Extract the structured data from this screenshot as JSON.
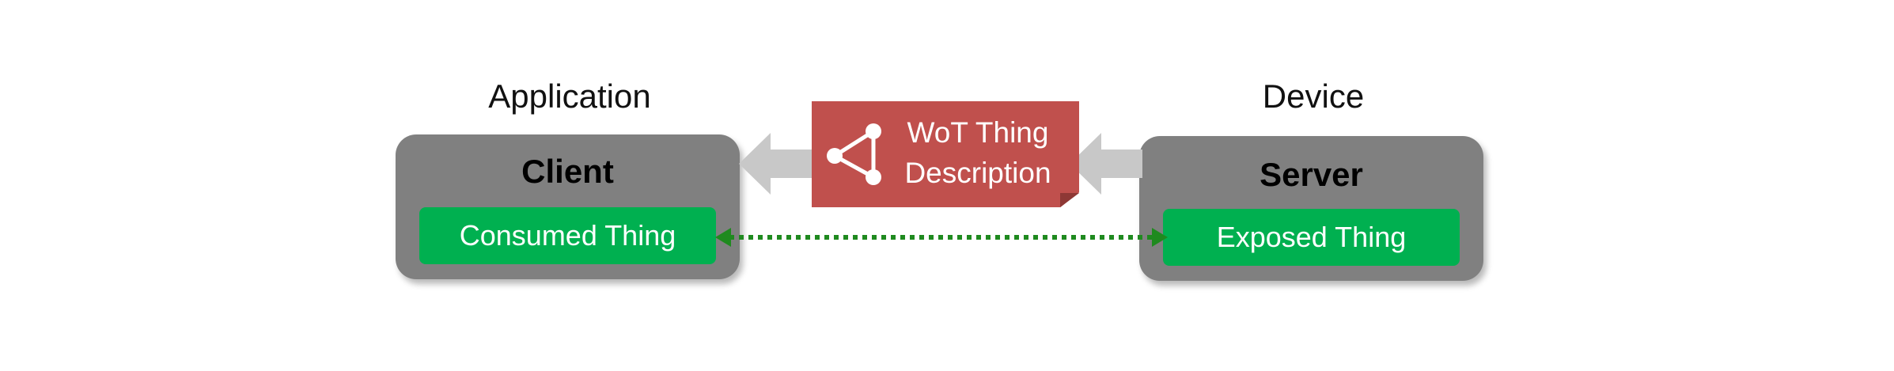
{
  "labels": {
    "application": "Application",
    "device": "Device"
  },
  "client": {
    "title": "Client",
    "thing": "Consumed Thing"
  },
  "server": {
    "title": "Server",
    "thing": "Exposed Thing"
  },
  "thing_description": {
    "line1": "WoT Thing",
    "line2": "Description",
    "icon": "share-graph-icon"
  },
  "colors": {
    "box_gray": "#808080",
    "thing_green": "#00b050",
    "td_red": "#c0504d",
    "arrow_gray": "#c8c8c8",
    "link_green": "#1f8a1f"
  }
}
